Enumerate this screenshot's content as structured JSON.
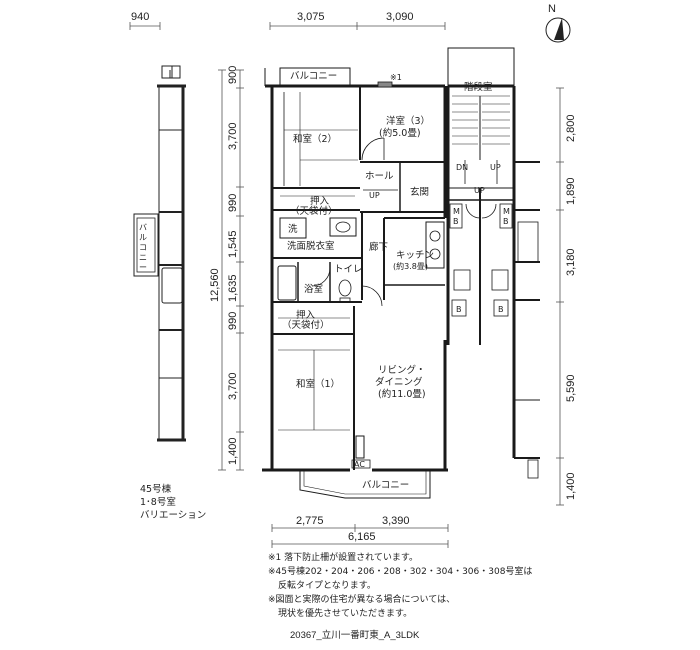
{
  "dimensions": {
    "top": [
      "940",
      "3,075",
      "3,090"
    ],
    "bottom": [
      "2,775",
      "3,390",
      "6,165"
    ],
    "left": [
      "900",
      "3,700",
      "990",
      "1,545",
      "1,635",
      "990",
      "3,700",
      "1,400",
      "12,560"
    ],
    "right": [
      "2,800",
      "1,890",
      "3,180",
      "5,590",
      "1,400"
    ]
  },
  "rooms": {
    "balcony_top": "バルコニー",
    "note_mark": "※1",
    "stair_room": "階段室",
    "washitsu2": "和室（2）",
    "yoshitsu3": "洋室（3）",
    "yoshitsu3_size": "(約5.0畳)",
    "hall": "ホール",
    "up1": "UP",
    "genkan": "玄関",
    "oshiire_top": "押入",
    "oshiire_top_sub": "（天袋付）",
    "wash_icon": "洗",
    "senmen": "洗面脱衣室",
    "roka": "廊下",
    "kitchen": "キッチン",
    "kitchen_size": "(約3.8畳)",
    "toilet": "トイレ",
    "yokushitsu": "浴室",
    "oshiire_bottom": "押入",
    "oshiire_bottom_sub": "（天袋付）",
    "living": "リビング・",
    "dining": "ダイニング",
    "living_size": "(約11.0畳)",
    "washitsu1": "和室（1）",
    "ac": "AC",
    "balcony_bottom": "バルコニー",
    "balcony_side": "バルコニー",
    "dn": "DN",
    "up_a": "UP",
    "up_b": "UP",
    "mb1_m": "M",
    "mb1_b": "B",
    "mb2_m": "M",
    "mb2_b": "B",
    "box_b1": "B",
    "box_b2": "B"
  },
  "compass": {
    "label": "N"
  },
  "building_note": [
    "45号棟",
    "1･8号室",
    "バリエーション"
  ],
  "notes": [
    "※1 落下防止柵が設置されています。",
    "※45号棟202・204・206・208・302・304・306・308号室は",
    "反転タイプとなります。",
    "※図面と実際の住宅が異なる場合については、",
    "現状を優先させていただきます。"
  ],
  "plan_id": "20367_立川一番町東_A_3LDK"
}
